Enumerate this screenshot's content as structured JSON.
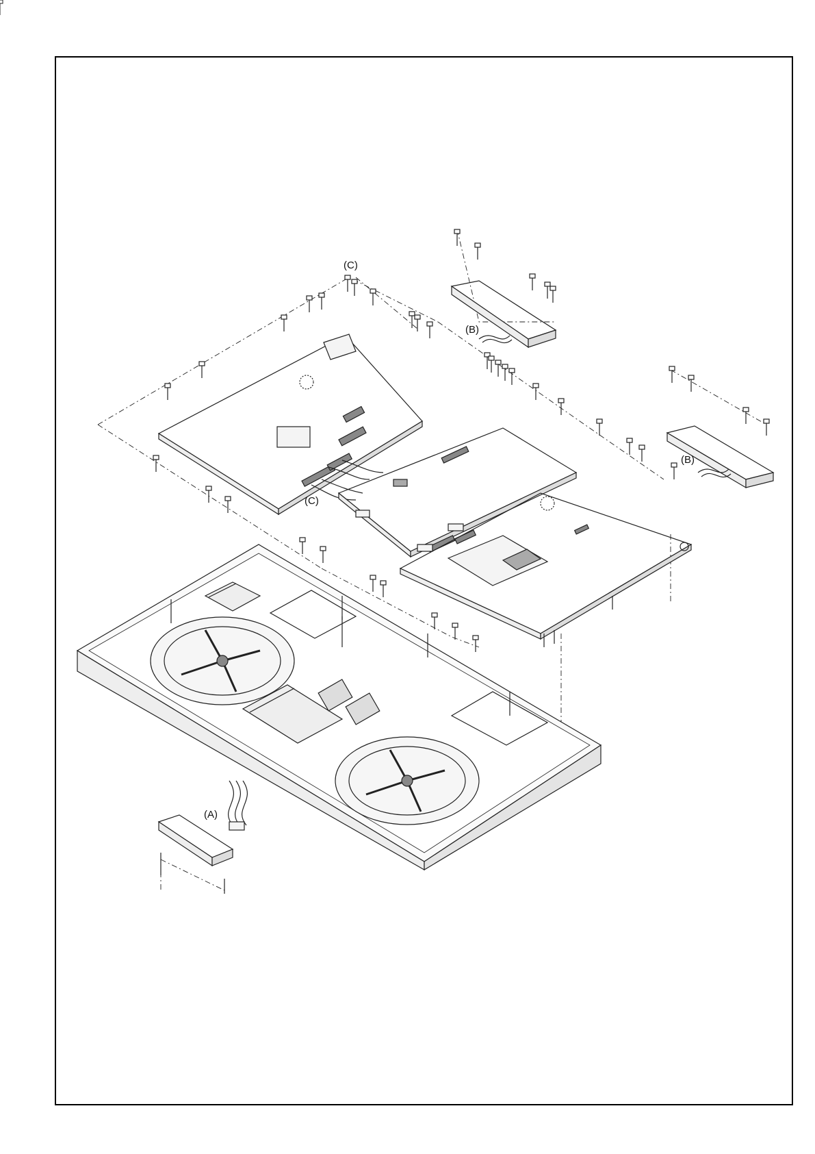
{
  "diagram": {
    "callouts": {
      "a": "(A)",
      "b_top": "(B)",
      "b_right": "(B)",
      "c_top": "(C)",
      "c_mid": "(C)"
    }
  }
}
